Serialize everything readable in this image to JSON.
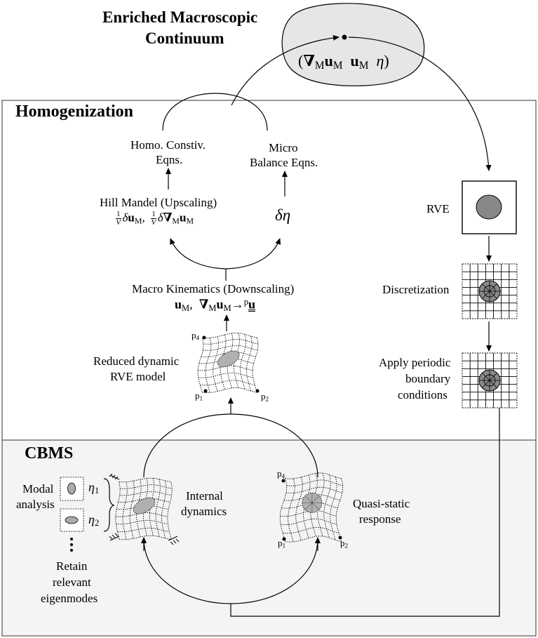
{
  "macro": {
    "title_line1": "Enriched Macroscopic",
    "title_line2": "Continuum",
    "fields": {
      "grad": "∇",
      "grad_sub": "M",
      "u": "u",
      "u_sub": "M",
      "u2": "u",
      "u2_sub": "M",
      "eta": "η"
    }
  },
  "homogenization": {
    "title": "Homogenization",
    "homo_constiv_line1": "Homo. Constiv.",
    "homo_constiv_line2": "Eqns.",
    "micro_balance_line1": "Micro",
    "micro_balance_line2": "Balance Eqns.",
    "hill_mandel": "Hill Mandel (Upscaling)",
    "hill_terms": {
      "frac_num": "1",
      "frac_den": "V",
      "delta": "δ",
      "u": "u",
      "sub": "M",
      "sep": ",",
      "grad": "∇"
    },
    "delta_eta": "δη",
    "macro_kinematics": "Macro Kinematics (Downscaling)",
    "kinematics_terms": {
      "u": "u",
      "sub": "M",
      "sep": ",",
      "grad": "∇",
      "arrow": "→",
      "p": "p"
    },
    "reduced_line1": "Reduced dynamic",
    "reduced_line2": "RVE model",
    "points": [
      "p",
      "4",
      "p",
      "1",
      "p",
      "2"
    ]
  },
  "rve_chain": {
    "rve": "RVE",
    "discretization": "Discretization",
    "periodic_line1": "Apply periodic",
    "periodic_line2": "boundary",
    "periodic_line3": "conditions"
  },
  "cbms": {
    "title": "CBMS",
    "modal_line1": "Modal",
    "modal_line2": "analysis",
    "eta1": "η",
    "eta1_sub": "1",
    "eta2": "η",
    "eta2_sub": "2",
    "retain_line1": "Retain",
    "retain_line2": "relevant",
    "retain_line3": "eigenmodes",
    "internal_line1": "Internal",
    "internal_line2": "dynamics",
    "quasi_line1": "Quasi-static",
    "quasi_line2": "response"
  },
  "colors": {
    "cbms_bg": "#f4f4f4",
    "blob": "#e6e6e6",
    "inclusion": "#888888",
    "inclusion_light": "#b0b0b0"
  }
}
